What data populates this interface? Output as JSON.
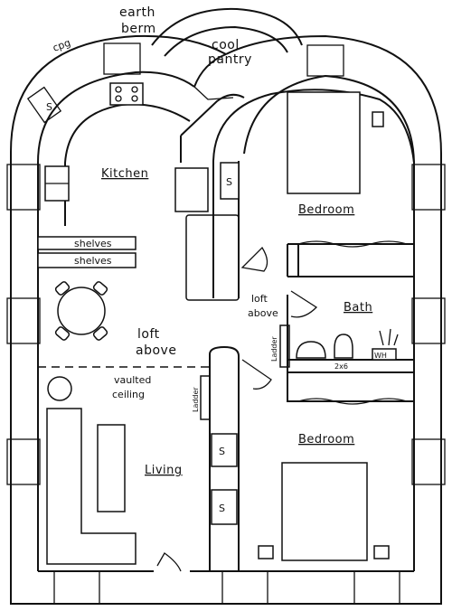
{
  "labels": {
    "earth_berm_1": "earth",
    "earth_berm_2": "berm",
    "cool_pantry_1": "cool",
    "cool_pantry_2": "pantry",
    "signature": "cpg",
    "kitchen": "Kitchen",
    "bedroom_top": "Bedroom",
    "shelves_1": "shelves",
    "shelves_2": "shelves",
    "loft_above_right_1": "loft",
    "loft_above_right_2": "above",
    "bath": "Bath",
    "loft_above_center_1": "loft",
    "loft_above_center_2": "above",
    "vaulted_1": "vaulted",
    "vaulted_2": "ceiling",
    "ladder_left": "Ladder",
    "ladder_right": "Ladder",
    "living": "Living",
    "bedroom_bottom": "Bedroom",
    "water_heater": "WH",
    "two_by_six": "2x6",
    "storage_s": "S"
  }
}
